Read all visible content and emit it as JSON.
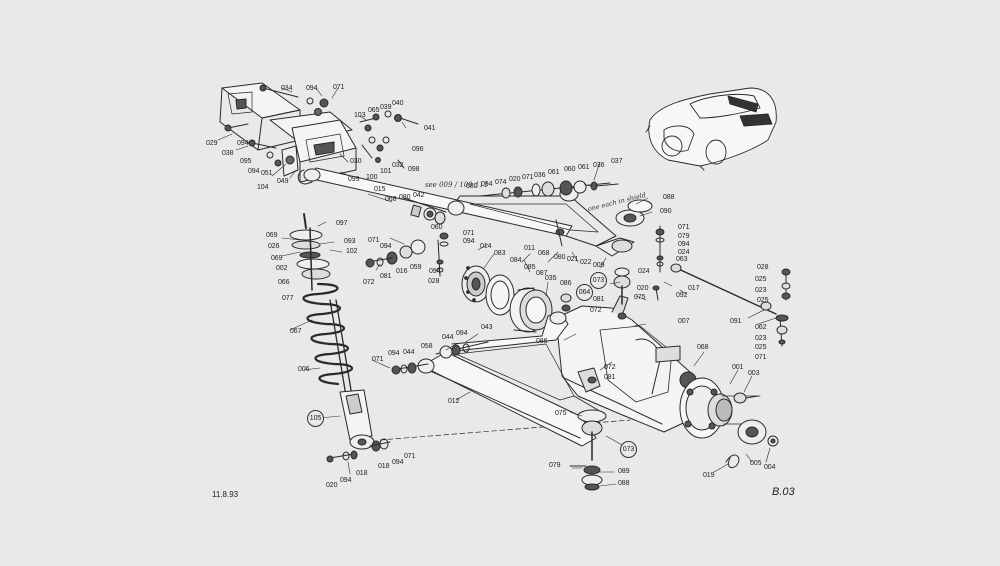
{
  "diagram": {
    "page_ref": "B.03",
    "date": "11.8.93",
    "notes": [
      "see 009 / 100 111",
      "one each in shield"
    ],
    "part_labels": {
      "p034": "034",
      "p094a": "094",
      "p071a": "071",
      "p029": "029",
      "p038": "038",
      "p094b": "094",
      "p095": "095",
      "p051": "051",
      "p104": "104",
      "p049": "049",
      "p030": "030",
      "p099": "099",
      "p103": "103",
      "p065": "065",
      "p039": "039",
      "p040": "040",
      "p041": "041",
      "p032": "032",
      "p096": "096",
      "p100": "100",
      "p101": "101",
      "p098": "098",
      "p015": "015",
      "p068a": "068",
      "p080a": "080",
      "p042": "042",
      "p097": "097",
      "p069a": "069",
      "p026": "026",
      "p069b": "069",
      "p002": "002",
      "p066": "066",
      "p077": "077",
      "p093": "093",
      "p102": "102",
      "p071b": "071",
      "p060a": "060",
      "p071c": "071",
      "p094c": "094",
      "p094d": "094",
      "p014": "014",
      "p028a": "028",
      "p083": "083",
      "p084": "084",
      "p085": "085",
      "p087": "087",
      "p011": "011",
      "p068b": "068",
      "p080b": "080",
      "p021": "021",
      "p022": "022",
      "p009": "009",
      "p016": "016",
      "p059": "059",
      "p072a": "072",
      "p081a": "081",
      "p094e": "094",
      "p080c": "080",
      "p094f": "094",
      "p074": "074",
      "p020a": "020",
      "p071d": "071",
      "p036a": "036",
      "p061a": "061",
      "p060b": "060",
      "p061b": "061",
      "p036b": "036",
      "p037": "037",
      "p088a": "088",
      "p090": "090",
      "p071e": "071",
      "p079a": "079",
      "p094g": "094",
      "p024a": "024",
      "p063": "063",
      "p024b": "024",
      "p073a": "073",
      "p075a": "075",
      "p020b": "020",
      "p092": "092",
      "p017": "017",
      "p028b": "028",
      "p025a": "025",
      "p023a": "023",
      "p025b": "025",
      "p091": "091",
      "p062": "062",
      "p023b": "023",
      "p025c": "025",
      "p071f": "071",
      "p035": "035",
      "p086a": "086",
      "p064": "064",
      "p081b": "081",
      "p072b": "072",
      "p007": "007",
      "p086b": "086",
      "p067": "067",
      "p006": "006",
      "p105": "105",
      "p071g": "071",
      "p094h": "094",
      "p044a": "044",
      "p058": "058",
      "p044b": "044",
      "p094i": "094",
      "p043": "043",
      "p012": "012",
      "p068c": "068",
      "p072c": "072",
      "p081c": "081",
      "p001": "001",
      "p003": "003",
      "p075b": "075",
      "p073b": "073",
      "p079b": "079",
      "p089": "089",
      "p088b": "088",
      "p019": "019",
      "p005": "005",
      "p004": "004",
      "p020c": "020",
      "p094j": "094",
      "p018a": "018",
      "p018b": "018",
      "p094k": "094",
      "p071h": "071"
    }
  }
}
